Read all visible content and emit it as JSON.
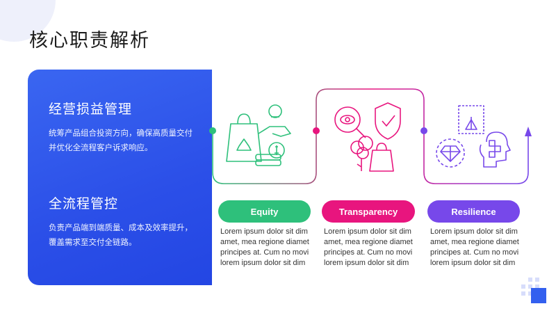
{
  "page": {
    "title": "核心职责解析"
  },
  "duties": [
    {
      "title": "经营损益管理",
      "desc": "统筹产品组合投资方向，确保高质量交付并优化全流程客户诉求响应。"
    },
    {
      "title": "全流程管控",
      "desc": "负责产品端到端质量、成本及效率提升，覆盖需求至交付全链路。"
    }
  ],
  "steps": [
    {
      "label": "Equity",
      "color": "#2ec07b",
      "icon": "shopping-bag-money-icon",
      "text": "Lorem ipsum dolor sit dim amet, mea regione diamet principes at. Cum no movi lorem ipsum dolor sit dim"
    },
    {
      "label": "Transparency",
      "color": "#e8157e",
      "icon": "eye-shield-icon",
      "text": "Lorem ipsum dolor sit dim amet, mea regione diamet principes at. Cum no movi lorem ipsum dolor sit dim"
    },
    {
      "label": "Resilience",
      "color": "#7748ea",
      "icon": "puzzle-head-icon",
      "text": "Lorem ipsum dolor sit dim amet, mea regione diamet principes at. Cum no movi lorem ipsum dolor sit dim"
    }
  ],
  "colors": {
    "accent": "#2b4fe8",
    "green": "#2ec07b",
    "pink": "#e8157e",
    "purple": "#7748ea"
  }
}
